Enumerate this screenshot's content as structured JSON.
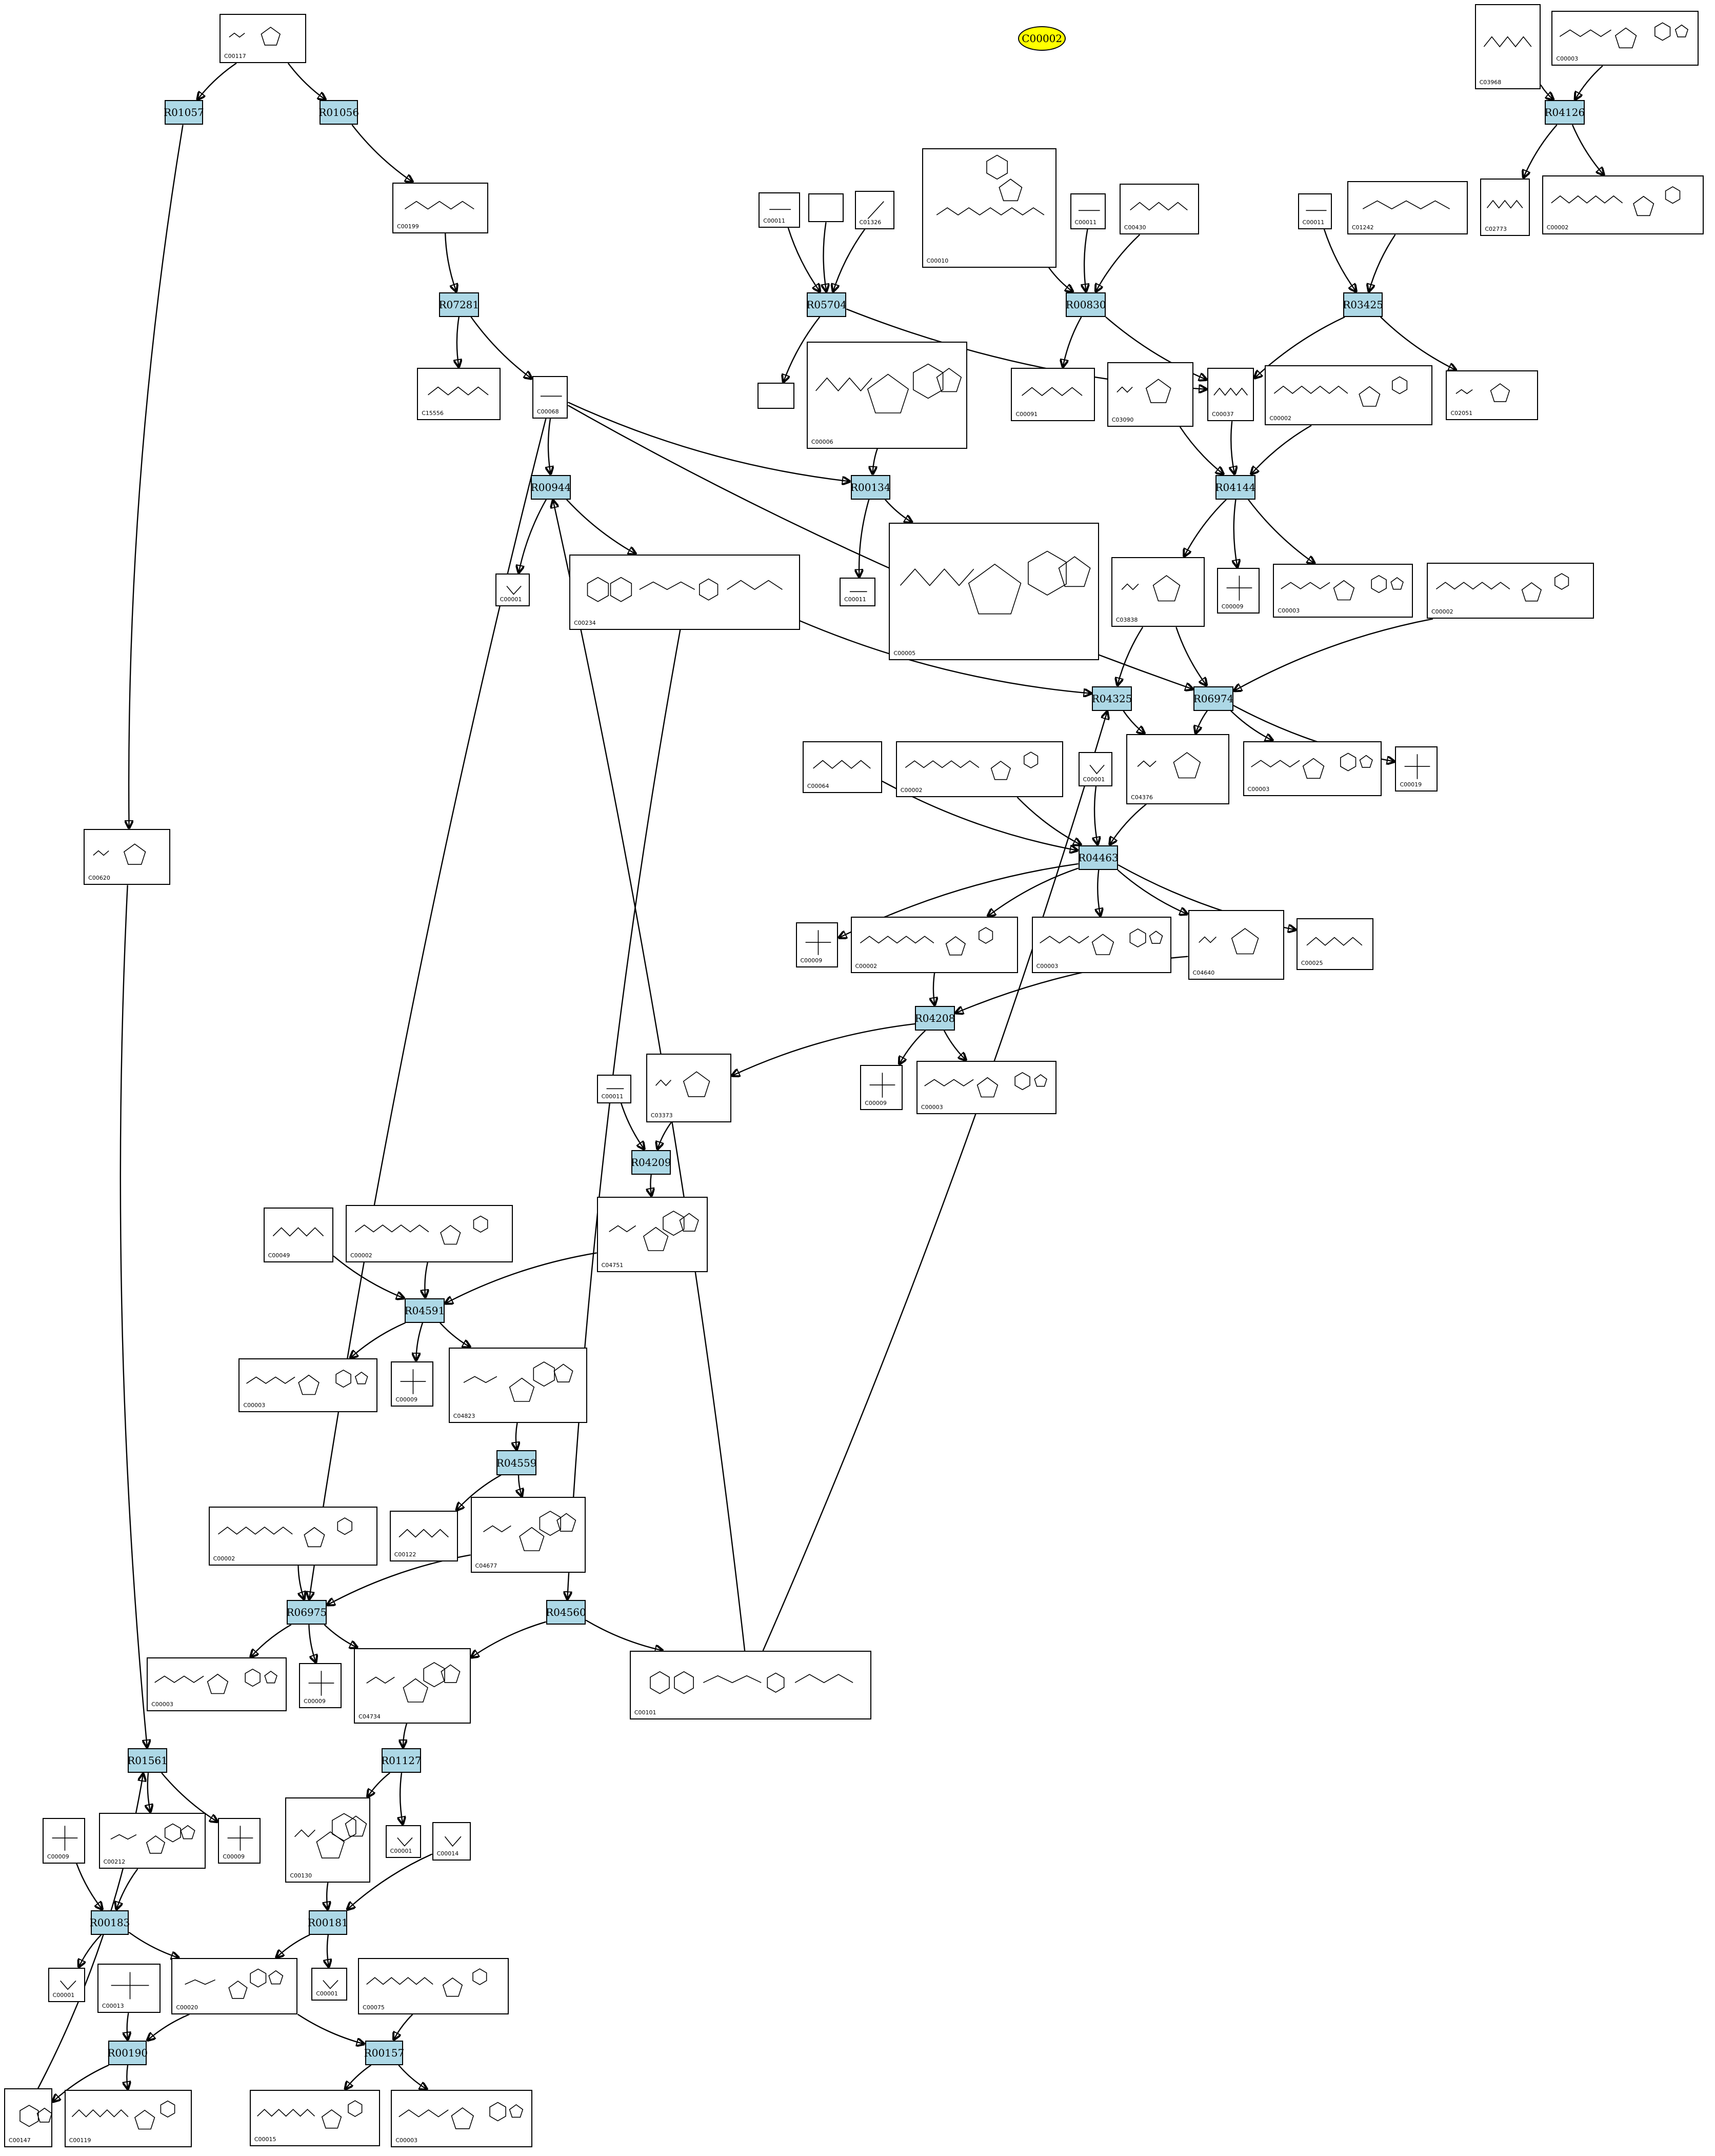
{
  "title_node": "C00002",
  "colors": {
    "reaction_fill": "#add8e6",
    "highlight_fill": "#ffff00",
    "edge": "#000000"
  },
  "compounds": [
    {
      "id": "c1",
      "label": "C00117"
    },
    {
      "id": "c2",
      "label": "C03968"
    },
    {
      "id": "c3",
      "label": "C00003"
    },
    {
      "id": "c4",
      "label": "C00199"
    },
    {
      "id": "c5",
      "label": "C00011"
    },
    {
      "id": "c6",
      "label": ""
    },
    {
      "id": "c7",
      "label": "C01326"
    },
    {
      "id": "c8",
      "label": "C00010"
    },
    {
      "id": "c9",
      "label": "C00011"
    },
    {
      "id": "c10",
      "label": "C00430"
    },
    {
      "id": "c11",
      "label": "C00011"
    },
    {
      "id": "c12",
      "label": "C01242"
    },
    {
      "id": "c13",
      "label": "C02773"
    },
    {
      "id": "c14",
      "label": "C00002"
    },
    {
      "id": "c15",
      "label": "C15556"
    },
    {
      "id": "c16",
      "label": "C00068"
    },
    {
      "id": "c17",
      "label": ""
    },
    {
      "id": "c18",
      "label": "C00006"
    },
    {
      "id": "c19",
      "label": "C00091"
    },
    {
      "id": "c20",
      "label": "C03090"
    },
    {
      "id": "c21",
      "label": "C00037"
    },
    {
      "id": "c22",
      "label": "C00002"
    },
    {
      "id": "c23",
      "label": "C02051"
    },
    {
      "id": "c24",
      "label": "C00001"
    },
    {
      "id": "c25",
      "label": "C00234"
    },
    {
      "id": "c26",
      "label": "C00011"
    },
    {
      "id": "c27",
      "label": "C00005"
    },
    {
      "id": "c28",
      "label": "C03838"
    },
    {
      "id": "c29",
      "label": "C00009"
    },
    {
      "id": "c30",
      "label": "C00003"
    },
    {
      "id": "c31",
      "label": "C00002"
    },
    {
      "id": "c32",
      "label": "C00064"
    },
    {
      "id": "c33",
      "label": "C00002"
    },
    {
      "id": "c34",
      "label": "C00001"
    },
    {
      "id": "c35",
      "label": "C04376"
    },
    {
      "id": "c36",
      "label": "C00003"
    },
    {
      "id": "c37",
      "label": "C00019"
    },
    {
      "id": "c38",
      "label": "C00620"
    },
    {
      "id": "c39",
      "label": "C00009"
    },
    {
      "id": "c40",
      "label": "C00002"
    },
    {
      "id": "c41",
      "label": "C00003"
    },
    {
      "id": "c42",
      "label": "C04640"
    },
    {
      "id": "c43",
      "label": "C00025"
    },
    {
      "id": "c44",
      "label": "C00009"
    },
    {
      "id": "c45",
      "label": "C00003"
    },
    {
      "id": "c46",
      "label": "C00011"
    },
    {
      "id": "c47",
      "label": "C03373"
    },
    {
      "id": "c48",
      "label": "C04751"
    },
    {
      "id": "c49",
      "label": "C00049"
    },
    {
      "id": "c50",
      "label": "C00002"
    },
    {
      "id": "c51",
      "label": "C00003"
    },
    {
      "id": "c52",
      "label": "C00009"
    },
    {
      "id": "c53",
      "label": "C04823"
    },
    {
      "id": "c54",
      "label": "C00002"
    },
    {
      "id": "c55",
      "label": "C00122"
    },
    {
      "id": "c56",
      "label": "C04677"
    },
    {
      "id": "c57",
      "label": "C00003"
    },
    {
      "id": "c58",
      "label": "C00009"
    },
    {
      "id": "c59",
      "label": "C04734"
    },
    {
      "id": "c60",
      "label": "C00101"
    },
    {
      "id": "c61",
      "label": "C00009"
    },
    {
      "id": "c62",
      "label": "C00212"
    },
    {
      "id": "c63",
      "label": "C00009"
    },
    {
      "id": "c64",
      "label": "C00130"
    },
    {
      "id": "c65",
      "label": "C00001"
    },
    {
      "id": "c66",
      "label": "C00014"
    },
    {
      "id": "c67",
      "label": "C00001"
    },
    {
      "id": "c68",
      "label": "C00013"
    },
    {
      "id": "c69",
      "label": "C00020"
    },
    {
      "id": "c70",
      "label": "C00001"
    },
    {
      "id": "c71",
      "label": "C00075"
    },
    {
      "id": "c72",
      "label": "C00147"
    },
    {
      "id": "c73",
      "label": "C00119"
    },
    {
      "id": "c74",
      "label": "C00015"
    },
    {
      "id": "c75",
      "label": "C00003"
    }
  ],
  "reactions": [
    {
      "id": "r1",
      "label": "R01057"
    },
    {
      "id": "r2",
      "label": "R01056"
    },
    {
      "id": "r3",
      "label": "R04126"
    },
    {
      "id": "r4",
      "label": "R07281"
    },
    {
      "id": "r5",
      "label": "R05704"
    },
    {
      "id": "r6",
      "label": "R00830"
    },
    {
      "id": "r7",
      "label": "R03425"
    },
    {
      "id": "r8",
      "label": "R00944"
    },
    {
      "id": "r9",
      "label": "R00134"
    },
    {
      "id": "r10",
      "label": "R04144"
    },
    {
      "id": "r11",
      "label": "R04325"
    },
    {
      "id": "r12",
      "label": "R06974"
    },
    {
      "id": "r13",
      "label": "R04463"
    },
    {
      "id": "r14",
      "label": "R04208"
    },
    {
      "id": "r15",
      "label": "R04209"
    },
    {
      "id": "r16",
      "label": "R04591"
    },
    {
      "id": "r17",
      "label": "R04559"
    },
    {
      "id": "r18",
      "label": "R06975"
    },
    {
      "id": "r19",
      "label": "R04560"
    },
    {
      "id": "r20",
      "label": "R01561"
    },
    {
      "id": "r21",
      "label": "R01127"
    },
    {
      "id": "r22",
      "label": "R00183"
    },
    {
      "id": "r23",
      "label": "R00181"
    },
    {
      "id": "r24",
      "label": "R00190"
    },
    {
      "id": "r25",
      "label": "R00157"
    }
  ],
  "edges": [
    [
      "c1",
      "r1"
    ],
    [
      "c1",
      "r2"
    ],
    [
      "r2",
      "c4"
    ],
    [
      "c4",
      "r4"
    ],
    [
      "r4",
      "c15"
    ],
    [
      "r4",
      "c16"
    ],
    [
      "c2",
      "r3"
    ],
    [
      "c3",
      "r3"
    ],
    [
      "r3",
      "c13"
    ],
    [
      "r3",
      "c14"
    ],
    [
      "c5",
      "r5"
    ],
    [
      "c6",
      "r5"
    ],
    [
      "c7",
      "r5"
    ],
    [
      "r5",
      "c17"
    ],
    [
      "r5",
      "c21"
    ],
    [
      "c8",
      "r6"
    ],
    [
      "c9",
      "r6"
    ],
    [
      "c10",
      "r6"
    ],
    [
      "r6",
      "c19"
    ],
    [
      "r6",
      "c21"
    ],
    [
      "c11",
      "r7"
    ],
    [
      "c12",
      "r7"
    ],
    [
      "r7",
      "c21"
    ],
    [
      "r7",
      "c23"
    ],
    [
      "c16",
      "r8"
    ],
    [
      "r8",
      "c24"
    ],
    [
      "r8",
      "c25"
    ],
    [
      "c16",
      "r9"
    ],
    [
      "c18",
      "r9"
    ],
    [
      "r9",
      "c26"
    ],
    [
      "r9",
      "c27"
    ],
    [
      "c16",
      "r12"
    ],
    [
      "c16",
      "r18"
    ],
    [
      "c20",
      "r10"
    ],
    [
      "c21",
      "r10"
    ],
    [
      "c22",
      "r10"
    ],
    [
      "r10",
      "c28"
    ],
    [
      "r10",
      "c29"
    ],
    [
      "r10",
      "c30"
    ],
    [
      "c25",
      "r11"
    ],
    [
      "c28",
      "r11"
    ],
    [
      "c28",
      "r12"
    ],
    [
      "c31",
      "r12"
    ],
    [
      "r11",
      "c35"
    ],
    [
      "r12",
      "c35"
    ],
    [
      "r12",
      "c36"
    ],
    [
      "r12",
      "c37"
    ],
    [
      "c32",
      "r13"
    ],
    [
      "c33",
      "r13"
    ],
    [
      "c34",
      "r13"
    ],
    [
      "c35",
      "r13"
    ],
    [
      "r13",
      "c39"
    ],
    [
      "r13",
      "c40"
    ],
    [
      "r13",
      "c41"
    ],
    [
      "r13",
      "c42"
    ],
    [
      "r13",
      "c43"
    ],
    [
      "c40",
      "r14"
    ],
    [
      "c42",
      "r14"
    ],
    [
      "r14",
      "c44"
    ],
    [
      "r14",
      "c45"
    ],
    [
      "r14",
      "c47"
    ],
    [
      "c46",
      "r15"
    ],
    [
      "c47",
      "r15"
    ],
    [
      "r15",
      "c48"
    ],
    [
      "c48",
      "r16"
    ],
    [
      "c49",
      "r16"
    ],
    [
      "c50",
      "r16"
    ],
    [
      "r16",
      "c51"
    ],
    [
      "r16",
      "c52"
    ],
    [
      "r16",
      "c53"
    ],
    [
      "c53",
      "r17"
    ],
    [
      "r17",
      "c55"
    ],
    [
      "r17",
      "c56"
    ],
    [
      "c54",
      "r18"
    ],
    [
      "c56",
      "r18"
    ],
    [
      "r18",
      "c57"
    ],
    [
      "r18",
      "c58"
    ],
    [
      "r18",
      "c59"
    ],
    [
      "c25",
      "r19"
    ],
    [
      "r19",
      "c59"
    ],
    [
      "r19",
      "c60"
    ],
    [
      "c60",
      "r8"
    ],
    [
      "c60",
      "r11"
    ],
    [
      "c59",
      "r21"
    ],
    [
      "r21",
      "c64"
    ],
    [
      "r21",
      "c65"
    ],
    [
      "c64",
      "r23"
    ],
    [
      "c66",
      "r23"
    ],
    [
      "r1",
      "c38"
    ],
    [
      "c38",
      "r20"
    ],
    [
      "r20",
      "c62"
    ],
    [
      "r20",
      "c63"
    ],
    [
      "c62",
      "r22"
    ],
    [
      "c61",
      "r22"
    ],
    [
      "r22",
      "c67"
    ],
    [
      "r22",
      "c69"
    ],
    [
      "r23",
      "c69"
    ],
    [
      "r23",
      "c70"
    ],
    [
      "c69",
      "r24"
    ],
    [
      "c68",
      "r24"
    ],
    [
      "r24",
      "c72"
    ],
    [
      "r24",
      "c73"
    ],
    [
      "c72",
      "r20"
    ],
    [
      "c69",
      "r25"
    ],
    [
      "c71",
      "r25"
    ],
    [
      "r25",
      "c74"
    ],
    [
      "r25",
      "c75"
    ]
  ]
}
